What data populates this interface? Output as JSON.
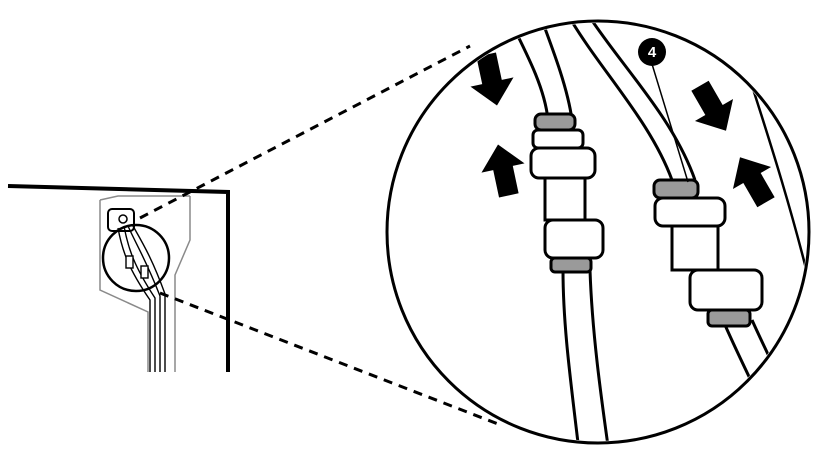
{
  "callout": {
    "number": "4"
  },
  "colors": {
    "line": "#000000",
    "background": "#ffffff",
    "panel_outline": "#8a8a8a",
    "fitting_ring": "#9a9a9a",
    "callout_fill": "#000000",
    "callout_text": "#ffffff"
  },
  "arrows": [
    {
      "side": "left-fitting",
      "direction": "down"
    },
    {
      "side": "left-fitting",
      "direction": "up"
    },
    {
      "side": "right-fitting",
      "direction": "down"
    },
    {
      "side": "right-fitting",
      "direction": "up"
    }
  ]
}
